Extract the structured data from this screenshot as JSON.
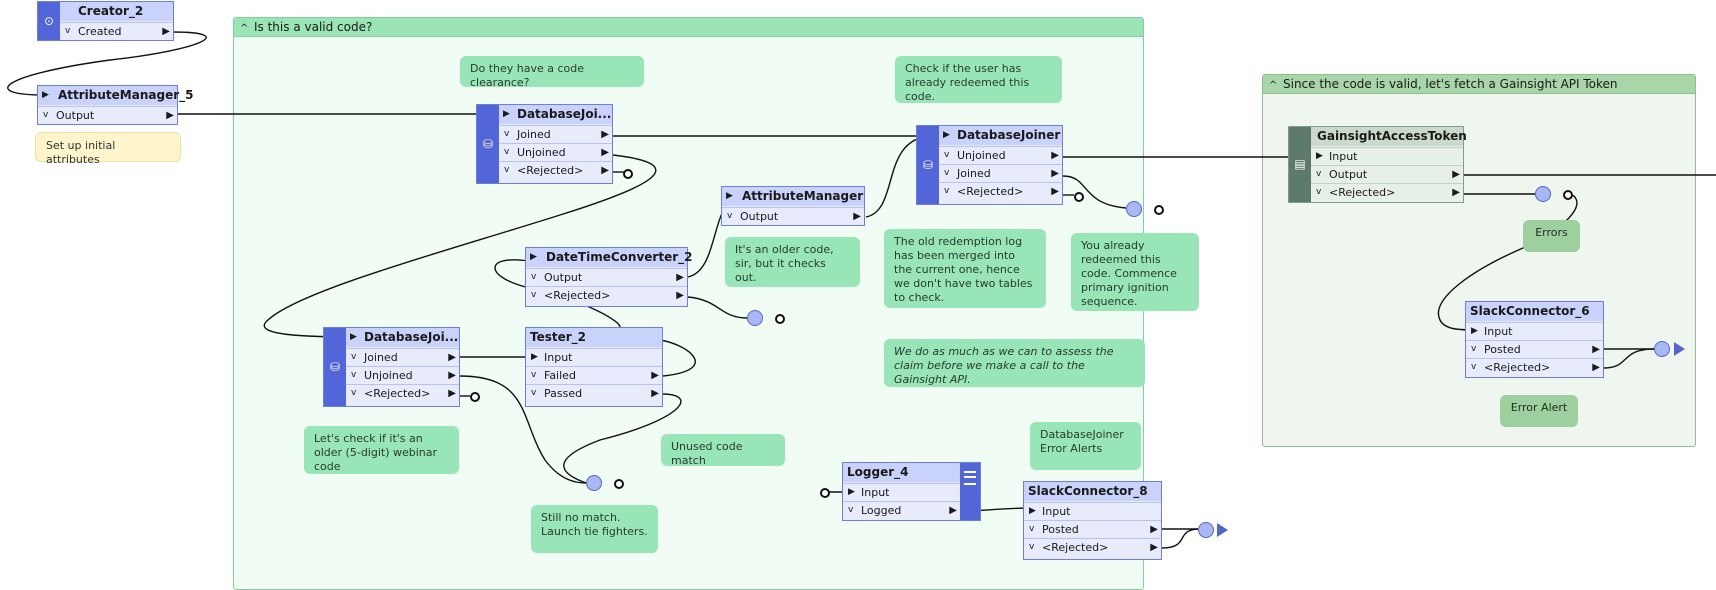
{
  "bookmarks": {
    "valid_code": "Is this a valid code?",
    "gainsight": "Since the code is valid, let's fetch a Gainsight API Token"
  },
  "nodes": {
    "creator": {
      "title": "Creator_2",
      "ports": [
        "Created"
      ]
    },
    "attr_manager_5": {
      "title": "AttributeManager_5",
      "ports": [
        "Output"
      ]
    },
    "db_joiner_top": {
      "title": "DatabaseJoi...",
      "ports": [
        "Joined",
        "Unjoined",
        "<Rejected>"
      ]
    },
    "db_joiner_bottom": {
      "title": "DatabaseJoi...",
      "ports": [
        "Joined",
        "Unjoined",
        "<Rejected>"
      ]
    },
    "attr_manager": {
      "title": "AttributeManager",
      "ports": [
        "Output"
      ]
    },
    "datetime": {
      "title": "DateTimeConverter_2",
      "ports": [
        "Output",
        "<Rejected>"
      ]
    },
    "tester": {
      "title": "Tester_2",
      "in": "Input",
      "ports": [
        "Failed",
        "Passed"
      ]
    },
    "db_joiner_right": {
      "title": "DatabaseJoiner",
      "ports": [
        "Unjoined",
        "Joined",
        "<Rejected>"
      ]
    },
    "logger": {
      "title": "Logger_4",
      "in": "Input",
      "ports": [
        "Logged"
      ]
    },
    "slack8": {
      "title": "SlackConnector_8",
      "in": "Input",
      "ports": [
        "Posted",
        "<Rejected>"
      ]
    },
    "gainsight": {
      "title": "GainsightAccessToken",
      "in": "Input",
      "ports": [
        "Output",
        "<Rejected>"
      ]
    },
    "slack6": {
      "title": "SlackConnector_6",
      "in": "Input",
      "ports": [
        "Posted",
        "<Rejected>"
      ]
    }
  },
  "annotations": {
    "setup": "Set up initial attributes",
    "clearance": "Do they have a code clearance?",
    "check_redeemed": "Check if the user has already redeemed this code.",
    "older_code": "It's an older code, sir, but it checks out.",
    "merged_log": "The old redemption log has been merged into the current one, hence we don't have two tables to check.",
    "already_redeemed": "You already redeemed this code. Commence primary ignition sequence.",
    "assess": "We do as much as we can to assess the claim before we make a call to the Gainsight API.",
    "older_webinar": "Let's check if it's an older (5-digit) webinar code",
    "unused": "Unused code match",
    "no_match": "Still no match. Launch tie fighters.",
    "db_errors": "DatabaseJoiner Error Alerts",
    "errors": "Errors",
    "error_alert": "Error Alert"
  },
  "colors": {
    "node_stripe": "#5266d9",
    "node_title": "#c9d2fa",
    "annotation": "#98e6b7",
    "bookmark_header": "#9ae4b5"
  }
}
